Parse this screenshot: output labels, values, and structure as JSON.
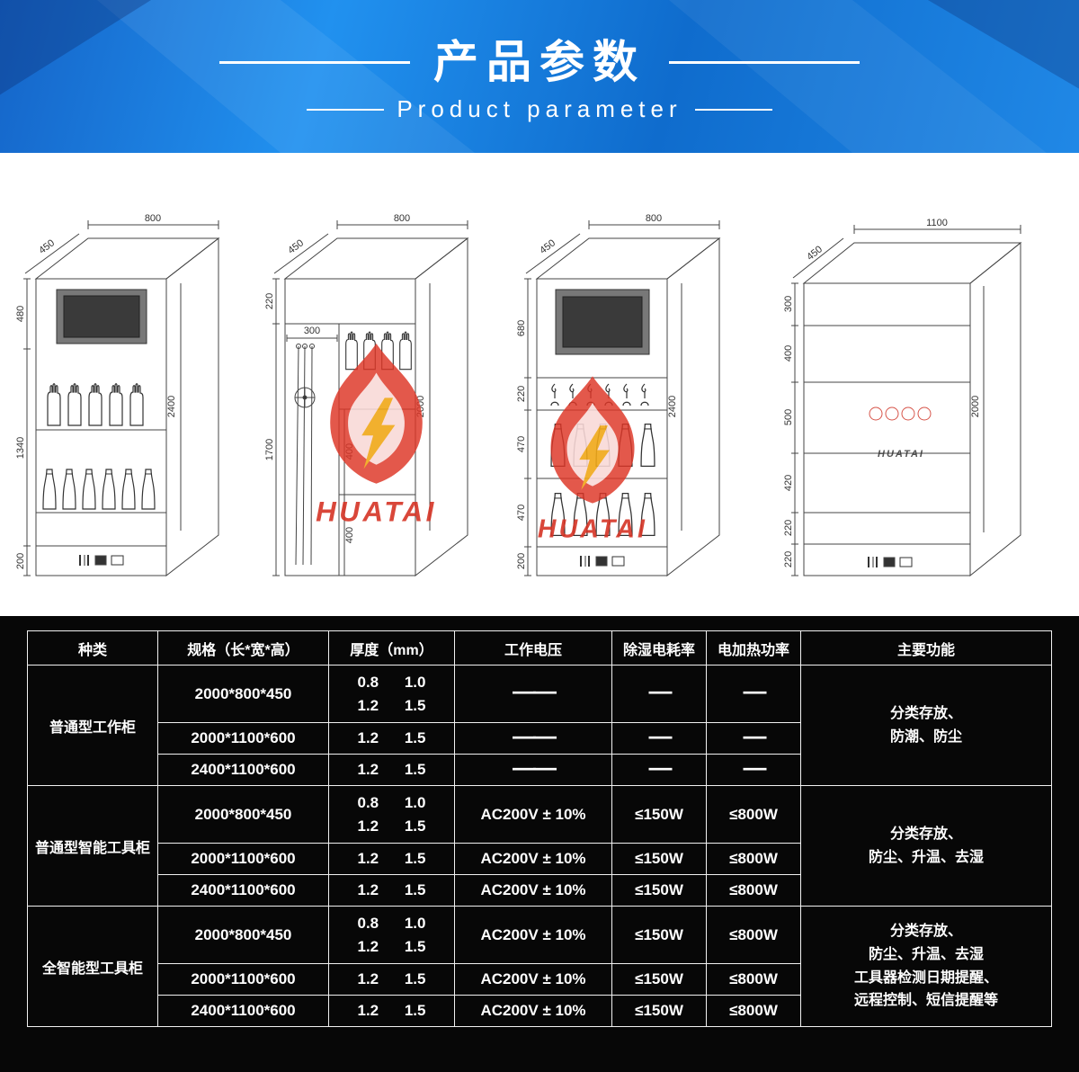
{
  "header": {
    "title": "产品参数",
    "subtitle": "Product parameter"
  },
  "diagrams": {
    "watermark": "HUATAI",
    "cabinets": [
      {
        "width_label": "800",
        "depth_label": "450",
        "left_dims": [
          "480",
          "1340",
          "200"
        ],
        "right_dim": "2400",
        "inner_dims": []
      },
      {
        "width_label": "800",
        "depth_label": "450",
        "left_dims": [
          "220",
          "1700"
        ],
        "right_dim": "2000",
        "inner_dims": [
          "300",
          "400",
          "400"
        ]
      },
      {
        "width_label": "800",
        "depth_label": "450",
        "left_dims": [
          "680",
          "220",
          "470",
          "470",
          "200"
        ],
        "right_dim": "2400",
        "inner_dims": []
      },
      {
        "width_label": "1100",
        "depth_label": "450",
        "left_dims": [
          "300",
          "400",
          "500",
          "420",
          "220",
          "220"
        ],
        "right_dim": "2000",
        "inner_dims": []
      }
    ]
  },
  "table": {
    "headers": [
      "种类",
      "规格（长*宽*高）",
      "厚度（mm）",
      "工作电压",
      "除湿电耗率",
      "电加热功率",
      "主要功能"
    ],
    "groups": [
      {
        "type": "普通型工作柜",
        "functions": "分类存放、\n防潮、防尘",
        "rows": [
          {
            "spec": "2000*800*450",
            "t1": "0.8 1.0",
            "t2": "1.2 1.5",
            "voltage": "——",
            "dehumid": "—",
            "heating": "—"
          },
          {
            "spec": "2000*1100*600",
            "t1": "1.2 1.5",
            "voltage": "——",
            "dehumid": "—",
            "heating": "—"
          },
          {
            "spec": "2400*1100*600",
            "t1": "1.2 1.5",
            "voltage": "——",
            "dehumid": "—",
            "heating": "—"
          }
        ]
      },
      {
        "type": "普通型智能工具柜",
        "functions": "分类存放、\n防尘、升温、去湿",
        "rows": [
          {
            "spec": "2000*800*450",
            "t1": "0.8 1.0",
            "t2": "1.2 1.5",
            "voltage": "AC200V ± 10%",
            "dehumid": "≤150W",
            "heating": "≤800W"
          },
          {
            "spec": "2000*1100*600",
            "t1": "1.2 1.5",
            "voltage": "AC200V ± 10%",
            "dehumid": "≤150W",
            "heating": "≤800W"
          },
          {
            "spec": "2400*1100*600",
            "t1": "1.2 1.5",
            "voltage": "AC200V ± 10%",
            "dehumid": "≤150W",
            "heating": "≤800W"
          }
        ]
      },
      {
        "type": "全智能型工具柜",
        "functions": "分类存放、\n防尘、升温、去湿\n工具器检测日期提醒、\n远程控制、短信提醒等",
        "rows": [
          {
            "spec": "2000*800*450",
            "t1": "0.8 1.0",
            "t2": "1.2 1.5",
            "voltage": "AC200V ± 10%",
            "dehumid": "≤150W",
            "heating": "≤800W"
          },
          {
            "spec": "2000*1100*600",
            "t1": "1.2 1.5",
            "voltage": "AC200V ± 10%",
            "dehumid": "≤150W",
            "heating": "≤800W"
          },
          {
            "spec": "2400*1100*600",
            "t1": "1.2 1.5",
            "voltage": "AC200V ± 10%",
            "dehumid": "≤150W",
            "heating": "≤800W"
          }
        ]
      }
    ]
  }
}
